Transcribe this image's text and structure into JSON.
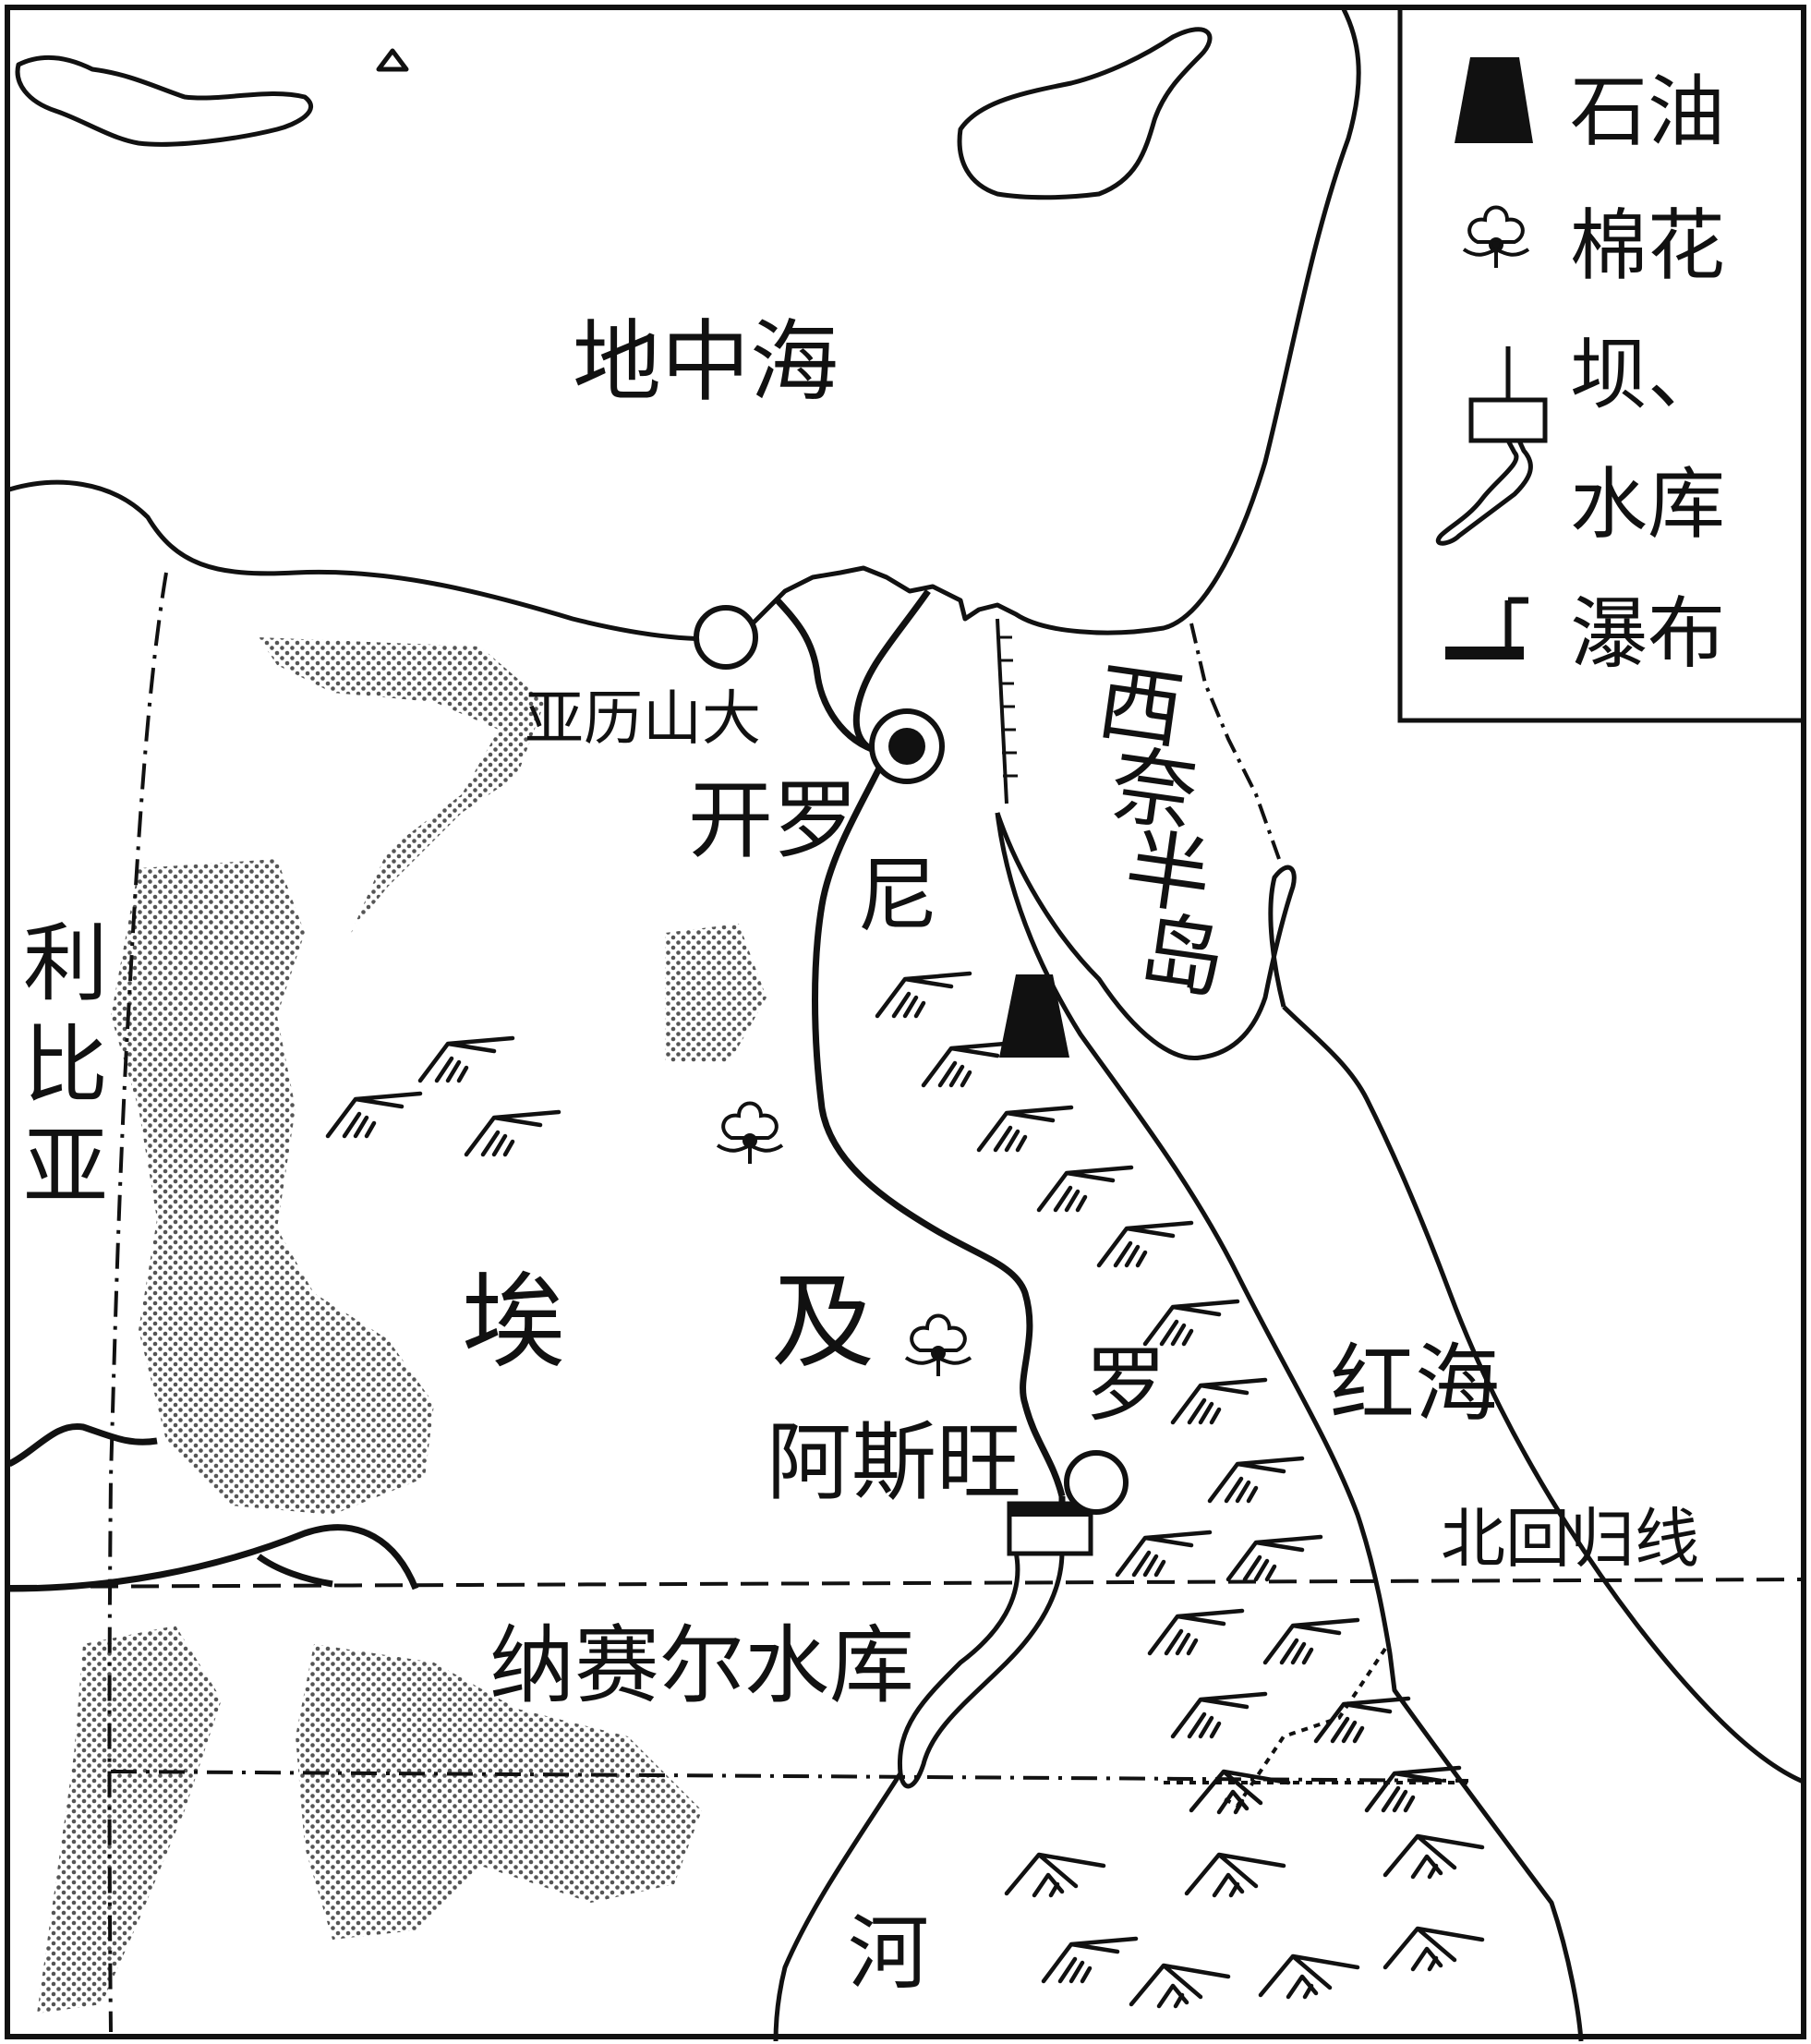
{
  "map": {
    "labels": {
      "mediterranean": "地中海",
      "alexandria": "亚历山大",
      "cairo": "开罗",
      "sinai": "西奈半岛",
      "libya": "利比亚",
      "egypt_1": "埃",
      "egypt_2": "及",
      "nile_1": "尼",
      "nile_2": "罗",
      "nile_3": "河",
      "aswan": "阿斯旺",
      "red_sea": "红海",
      "tropic": "北回归线",
      "nasser": "纳赛尔水库"
    },
    "legend": {
      "oil": "石油",
      "cotton": "棉花",
      "dam_line1": "坝、",
      "dam_line2": "水库",
      "waterfall": "瀑布"
    },
    "colors": {
      "ink": "#111111",
      "background": "#ffffff",
      "desert_dots": "#555555"
    },
    "icons": {
      "oil": "oil-derrick-icon",
      "cotton": "cotton-flower-icon",
      "dam": "dam-reservoir-icon",
      "waterfall": "waterfall-icon",
      "capital": "capital-city-icon",
      "city": "city-circle-icon",
      "mountain": "mountain-icon"
    }
  }
}
